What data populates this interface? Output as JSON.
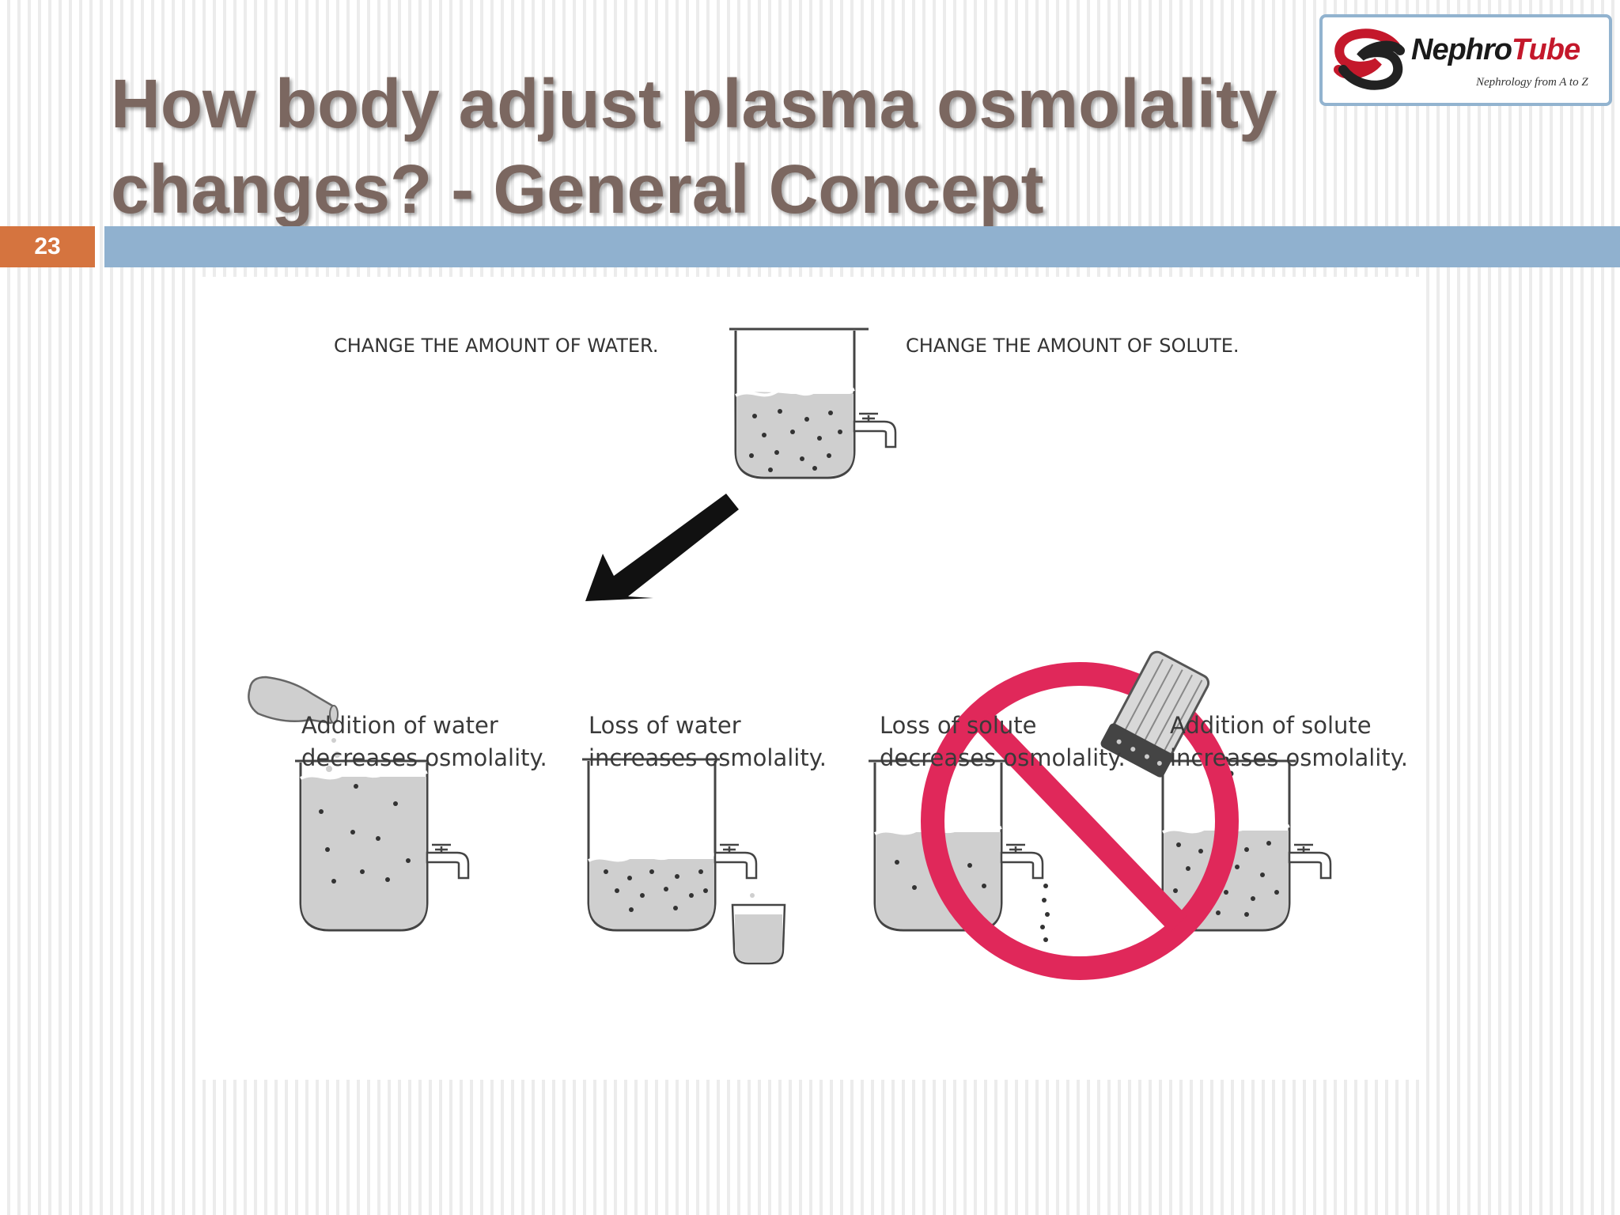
{
  "slide": {
    "title_line1": "How body adjust plasma osmolality",
    "title_line2": "changes? - General Concept",
    "number": "23"
  },
  "logo": {
    "name_part1": "Nephro",
    "name_part2": "Tube",
    "tagline": "Nephrology from A to Z"
  },
  "diagram": {
    "header_water": "CHANGE THE AMOUNT OF WATER.",
    "header_solute": "CHANGE THE AMOUNT OF SOLUTE.",
    "captions": [
      {
        "line1": "Addition of water",
        "line2": "decreases osmolality."
      },
      {
        "line1": "Loss of water",
        "line2": "increases osmolality."
      },
      {
        "line1": "Loss of solute",
        "line2": "decreases osmolality."
      },
      {
        "line1": "Addition of solute",
        "line2": "increases osmolality."
      }
    ]
  },
  "colors": {
    "title": "#7b6760",
    "band": "#90b1cf",
    "number_box": "#d5743f",
    "prohibition": "#e0285a",
    "water": "#cfcfcf"
  }
}
